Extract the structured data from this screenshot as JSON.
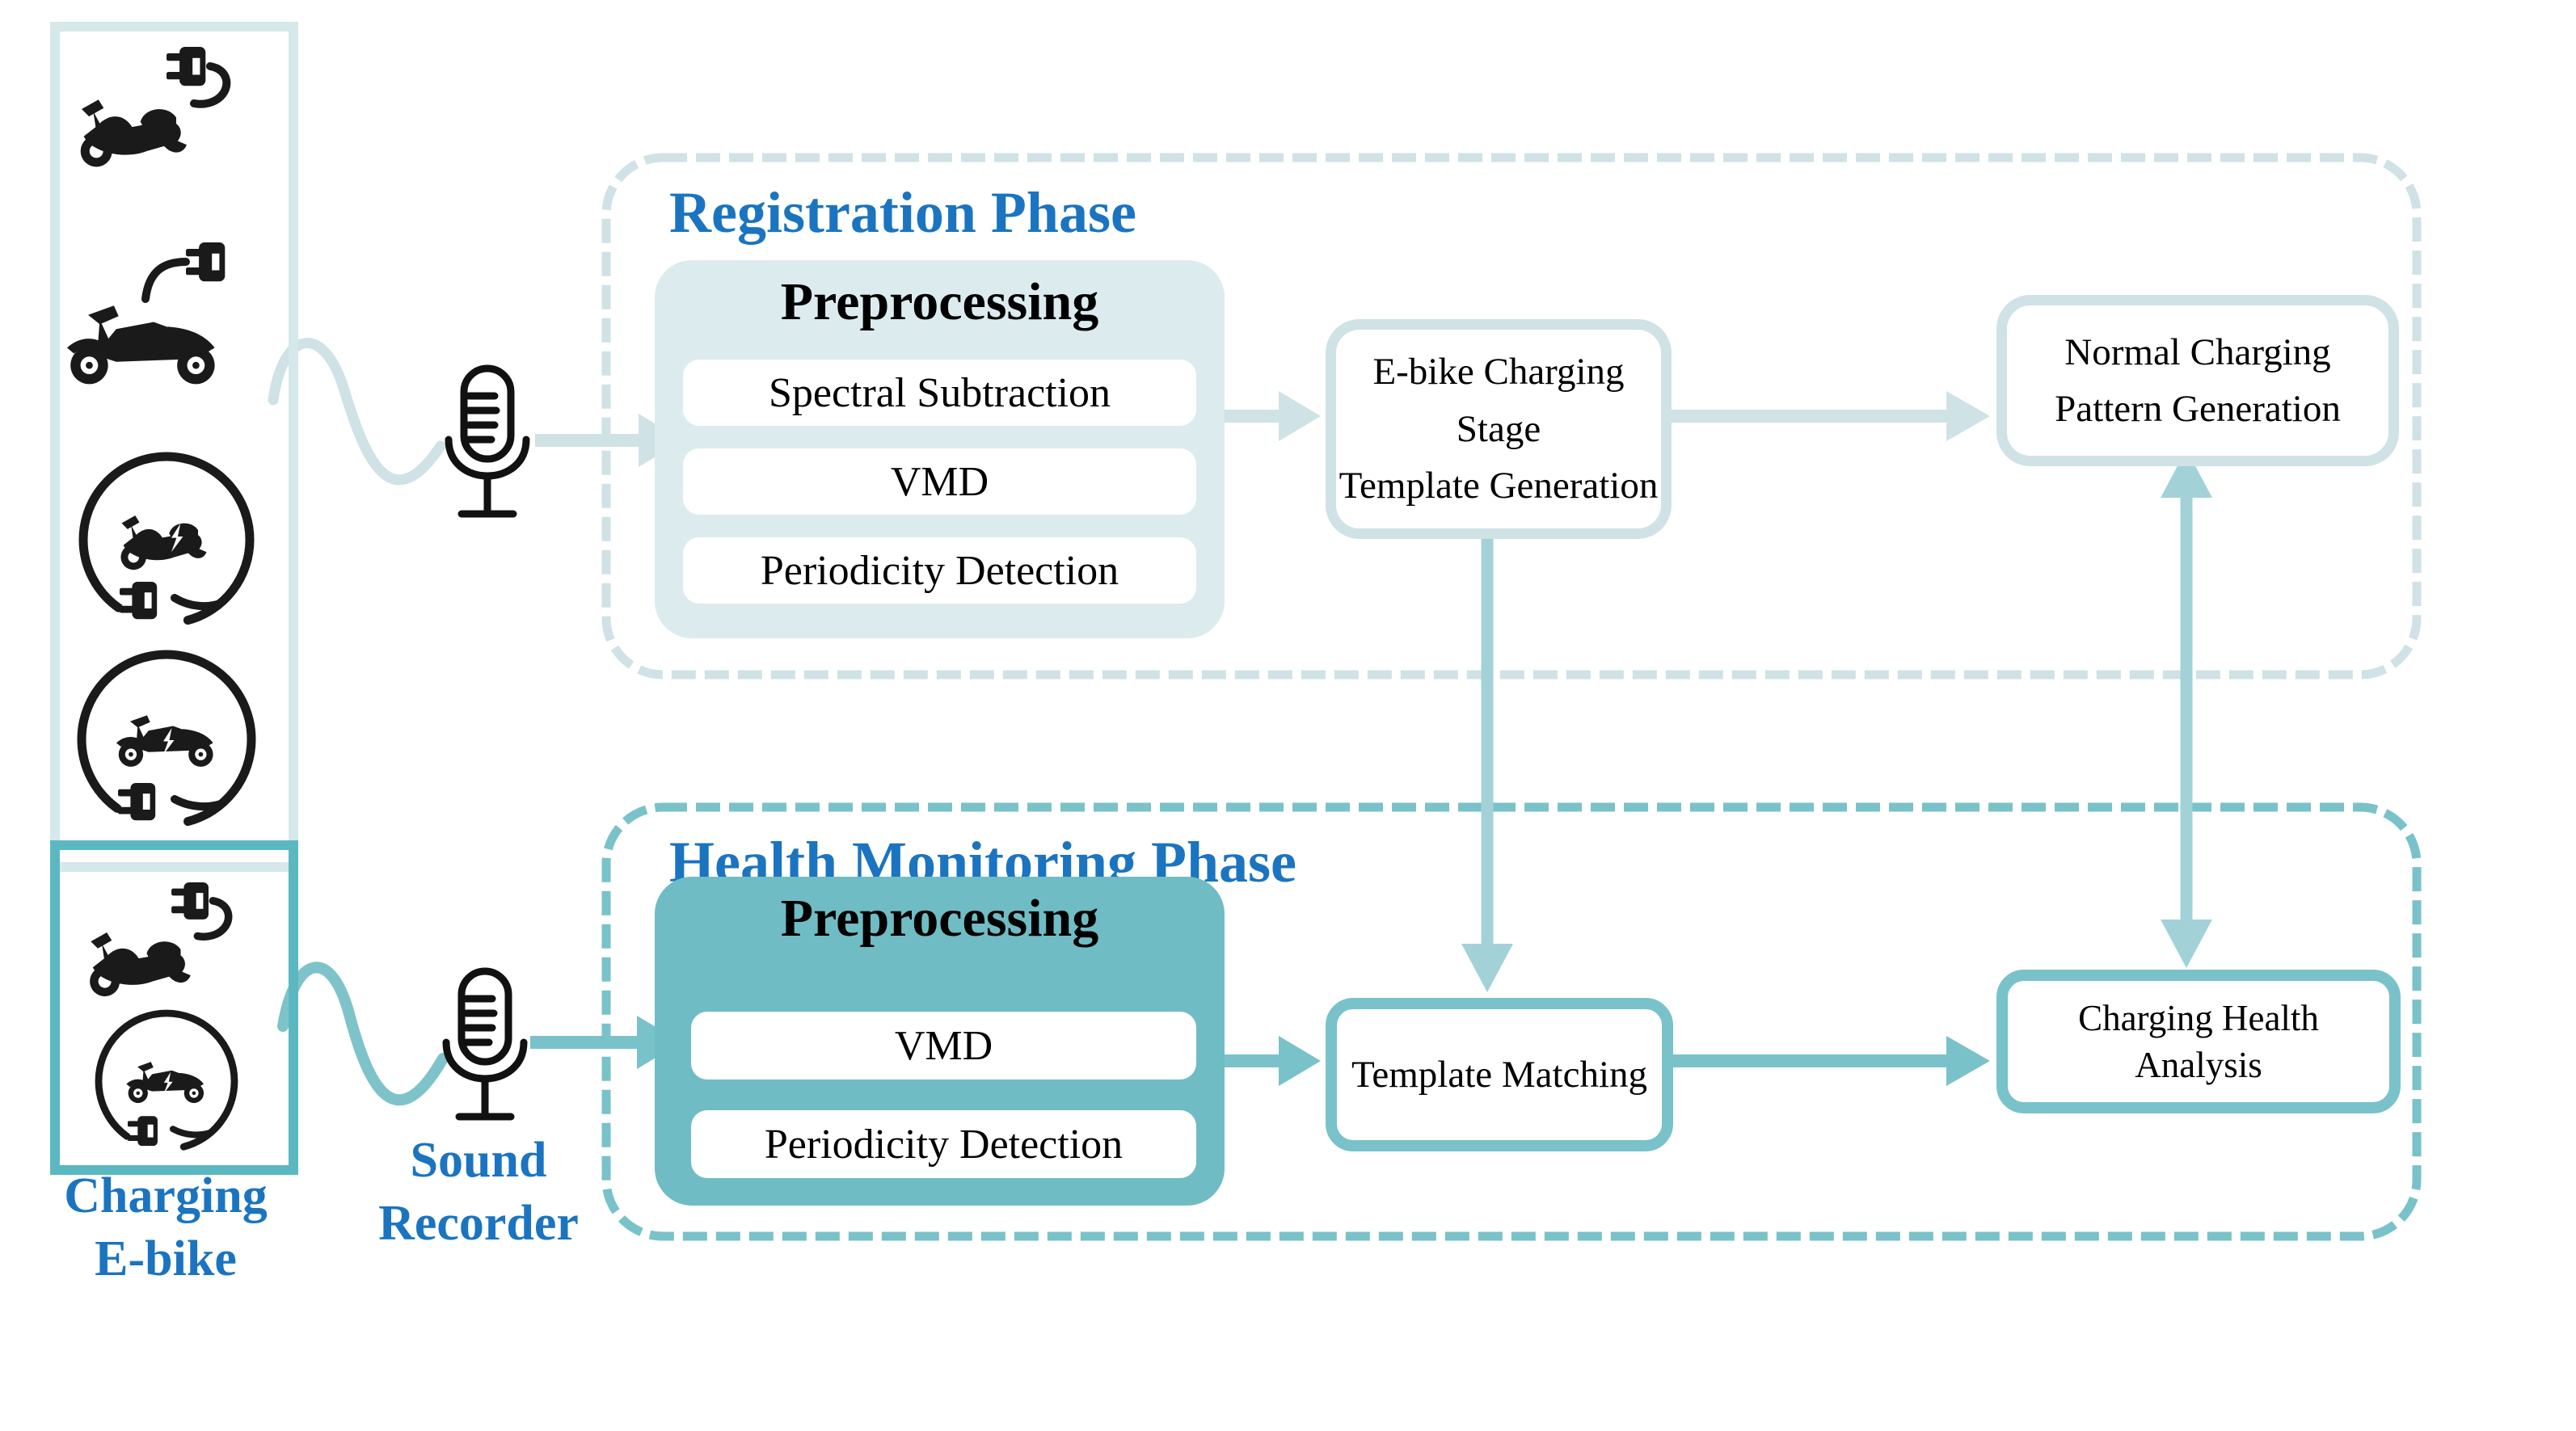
{
  "registration": {
    "title": "Registration Phase",
    "preprocessing_title": "Preprocessing",
    "steps": [
      "Spectral Subtraction",
      "VMD",
      "Periodicity Detection"
    ],
    "template_generation": {
      "line1": "E-bike Charging Stage",
      "line2": "Template Generation"
    },
    "pattern_generation": {
      "line1": "Normal Charging",
      "line2": "Pattern Generation"
    }
  },
  "monitoring": {
    "title": "Health Monitoring Phase",
    "preprocessing_title": "Preprocessing",
    "steps": [
      "VMD",
      "Periodicity Detection"
    ],
    "template_matching": "Template Matching",
    "health_analysis": {
      "line1": "Charging Health",
      "line2": "Analysis"
    }
  },
  "left": {
    "charging_label": {
      "line1": "Charging",
      "line2": "E-bike"
    },
    "sound_recorder": {
      "line1": "Sound",
      "line2": "Recorder"
    }
  },
  "icons": {
    "registered_group": [
      "scooter-plug-icon",
      "motorcycle-plug-icon",
      "scooter-circle-plug-icon",
      "motorcycle-circle-plug-icon"
    ],
    "charging_group": [
      "scooter-plug-icon",
      "motorcycle-circle-plug-icon"
    ],
    "recorder": "microphone-icon"
  },
  "colors": {
    "accent_blue": "#1b74c0",
    "teal_border_dark": "#5cb8c0",
    "teal_dashed_dark": "#79c2c9",
    "teal_dashed_light": "#cfe2e6",
    "teal_fill_light": "#dcebee",
    "teal_fill_dark": "#6fbcc4",
    "arrow_mid": "#a2d2d8",
    "icon_black": "#1a1a1a"
  }
}
